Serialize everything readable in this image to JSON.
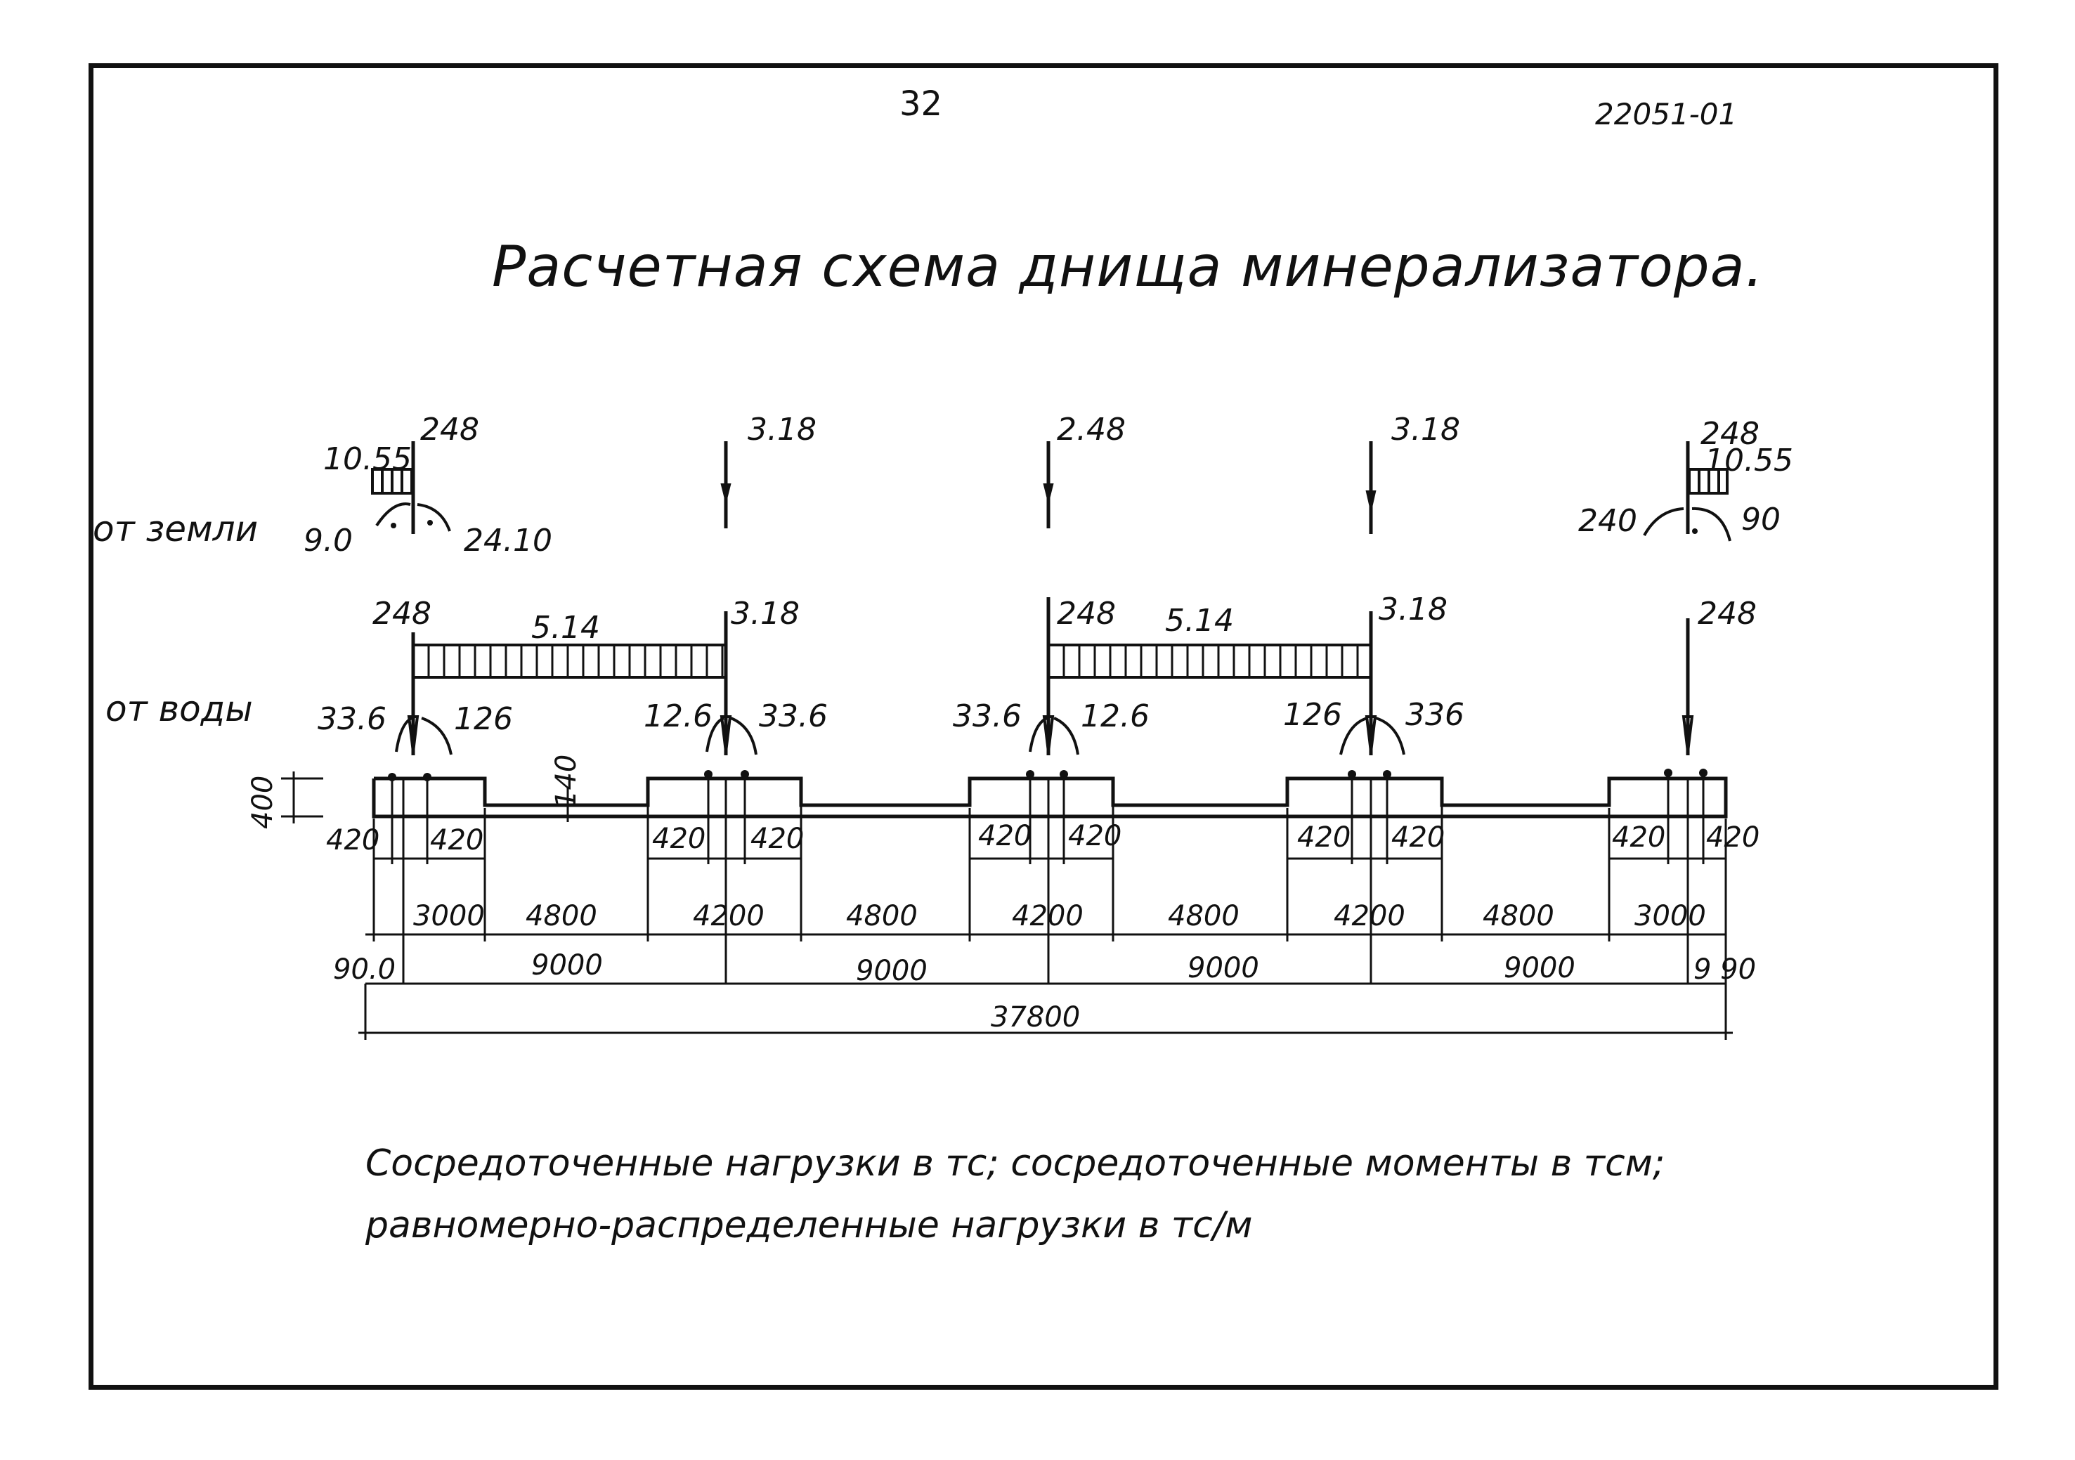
{
  "page_number": "32",
  "document_code": "22051-01",
  "title": "Расчетная схема днища минерализатора.",
  "rows": {
    "soil": "от земли",
    "water": "от воды"
  },
  "soil_loads": {
    "s1_force": "248",
    "s1_distributed": "10.55",
    "s1_moment_left": "9.0",
    "s1_moment_right": "24.10",
    "s2_force": "3.18",
    "s3_force": "2.48",
    "s4_force": "3.18",
    "s5_force": "248",
    "s5_distributed": "10.55",
    "s5_moment_left": "240",
    "s5_moment_right": "90"
  },
  "water_loads": {
    "s1_force": "248",
    "span1_distributed": "5.14",
    "s2_force": "3.18",
    "s3_force": "248",
    "span3_distributed": "5.14",
    "s4_force": "3.18",
    "s5_force": "248",
    "s1_m_left": "33.6",
    "s1_m_right": "126",
    "s2_m_left": "12.6",
    "s2_m_right": "33.6",
    "s3_m_left": "33.6",
    "s3_m_right": "12.6",
    "s4_m_left": "126",
    "s4_m_right": "336"
  },
  "section": {
    "height": "400",
    "slab": "140"
  },
  "dims_small": [
    "420",
    "420",
    "420",
    "420",
    "420",
    "420",
    "420",
    "420",
    "420",
    "420"
  ],
  "dims_row1": [
    "3000",
    "4800",
    "4200",
    "4800",
    "4200",
    "4800",
    "4200",
    "4800",
    "3000"
  ],
  "dims_row2": [
    "90.0",
    "9000",
    "9000",
    "9000",
    "9000",
    "9 90"
  ],
  "dims_total": "37800",
  "note": {
    "line1": "Сосредоточенные нагрузки в тс; сосредоточенные моменты в тсм;",
    "line2": "равномерно-распределенные нагрузки в тс/м"
  }
}
